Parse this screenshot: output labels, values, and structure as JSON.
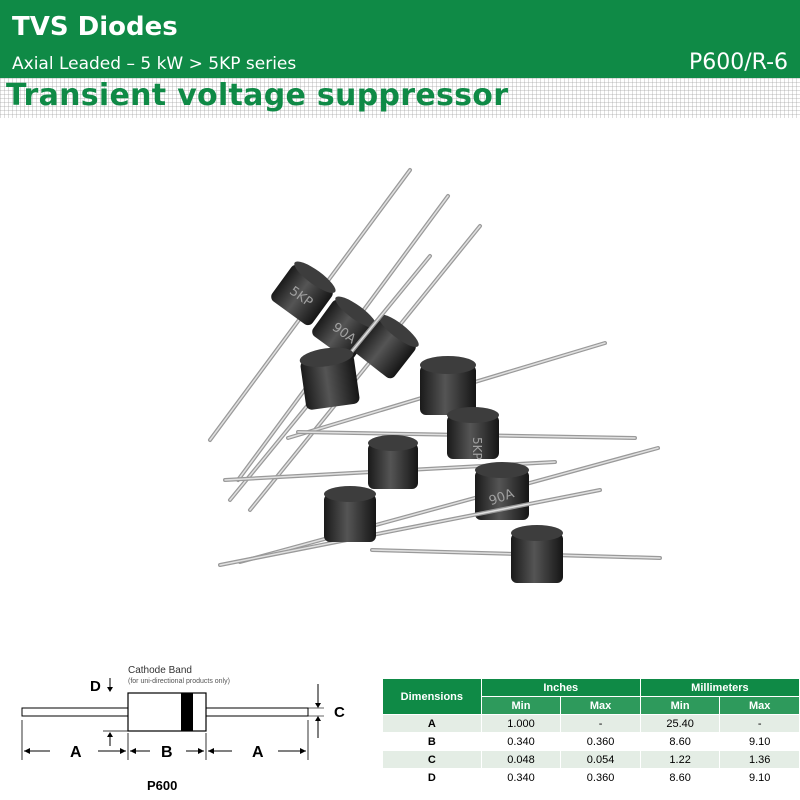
{
  "header": {
    "title": "TVS Diodes",
    "subtitle": "Axial Leaded – 5 kW > 5KP series",
    "code": "P600/R-6",
    "band_title": "Transient voltage suppressor"
  },
  "photo": {
    "markings": [
      "5KP",
      "90A",
      "5KP",
      "90A"
    ]
  },
  "drawing": {
    "cathode_band": "Cathode Band",
    "cathode_note": "(for uni-directional products only)",
    "label_d": "D",
    "label_c": "C",
    "label_a_left": "A",
    "label_b": "B",
    "label_a_right": "A",
    "package": "P600"
  },
  "table": {
    "col_dimensions": "Dimensions",
    "col_inches": "Inches",
    "col_mm": "Millimeters",
    "min": "Min",
    "max": "Max",
    "rows": [
      {
        "label": "A",
        "in_min": "1.000",
        "in_max": "-",
        "mm_min": "25.40",
        "mm_max": "-"
      },
      {
        "label": "B",
        "in_min": "0.340",
        "in_max": "0.360",
        "mm_min": "8.60",
        "mm_max": "9.10"
      },
      {
        "label": "C",
        "in_min": "0.048",
        "in_max": "0.054",
        "mm_min": "1.22",
        "mm_max": "1.36"
      },
      {
        "label": "D",
        "in_min": "0.340",
        "in_max": "0.360",
        "mm_min": "8.60",
        "mm_max": "9.10"
      }
    ]
  },
  "colors": {
    "brand_green": "#0f8a46",
    "table_shade": "#e4ede5",
    "diode_body": "#2a2a2a"
  }
}
